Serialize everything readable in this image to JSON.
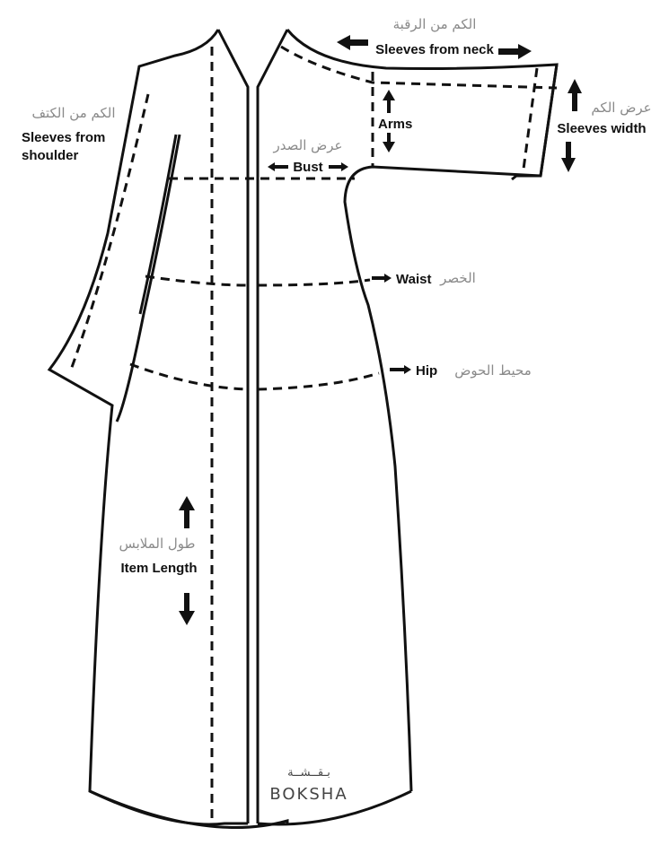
{
  "diagram": {
    "type": "garment-size-chart",
    "subject": "abaya / long dress flat sketch",
    "colors": {
      "line": "#111111",
      "english_label": "#111111",
      "arabic_label": "#8a8a8a",
      "brand": "#444444",
      "background": "#ffffff"
    },
    "measurements": [
      {
        "id": "sleeves-from-neck",
        "ar": "الكم من الرقبة",
        "en": "Sleeves from neck",
        "arrow": "horizontal-both"
      },
      {
        "id": "sleeves-from-shoulder",
        "ar": "الكم من الكتف",
        "en_line1": "Sleeves from",
        "en_line2": "shoulder",
        "arrow": "none"
      },
      {
        "id": "arms",
        "en": "Arms",
        "arrow": "vertical-both"
      },
      {
        "id": "sleeves-width",
        "ar": "عرض الكم",
        "en": "Sleeves width",
        "arrow": "vertical-both"
      },
      {
        "id": "bust",
        "ar": "عرض الصدر",
        "en": "Bust",
        "arrow": "horizontal-both"
      },
      {
        "id": "waist",
        "ar": "الخصر",
        "en": "Waist",
        "arrow": "right"
      },
      {
        "id": "hip",
        "ar": "محيط الحوض",
        "en": "Hip",
        "arrow": "right"
      },
      {
        "id": "item-length",
        "ar": "طول الملابس",
        "en": "Item Length",
        "arrow": "vertical-both"
      }
    ],
    "brand": {
      "ar": "بـقــشــة",
      "en": "BOKSHA"
    }
  }
}
